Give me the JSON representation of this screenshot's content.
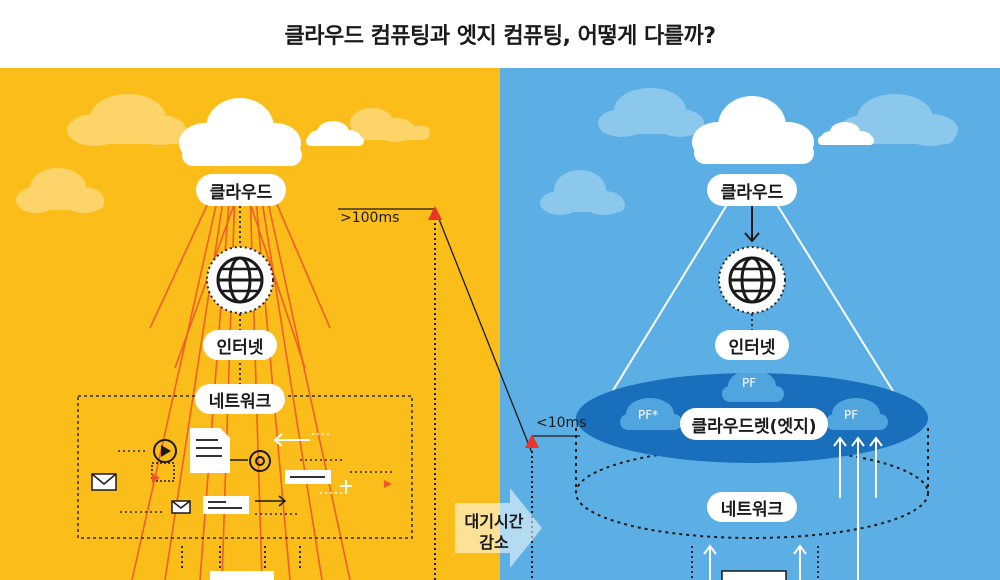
{
  "title": "클라우드 컴퓨팅과 엣지 컴퓨팅, 어떻게 다를까?",
  "left": {
    "cloud_label": "클라우드",
    "internet_label": "인터넷",
    "network_label": "네트워크",
    "latency_label": ">100ms"
  },
  "right": {
    "cloud_label": "클라우드",
    "internet_label": "인터넷",
    "cloudlet_label": "클라우드렛(엣지)",
    "network_label": "네트워크",
    "latency_label": "<10ms",
    "pf_labels": [
      "PF",
      "PF*",
      "PF"
    ]
  },
  "middle": {
    "latency_reduction_label": "대기시간\n감소"
  },
  "colors": {
    "left_bg": "#fbbd1a",
    "right_bg": "#5bafe5",
    "beam": "#f0542a",
    "cloudlet": "#1a6fbd"
  },
  "icons": [
    "cloud-icon",
    "globe-icon",
    "play-icon",
    "document-icon",
    "at-icon",
    "mail-icon",
    "arrow-icon"
  ]
}
